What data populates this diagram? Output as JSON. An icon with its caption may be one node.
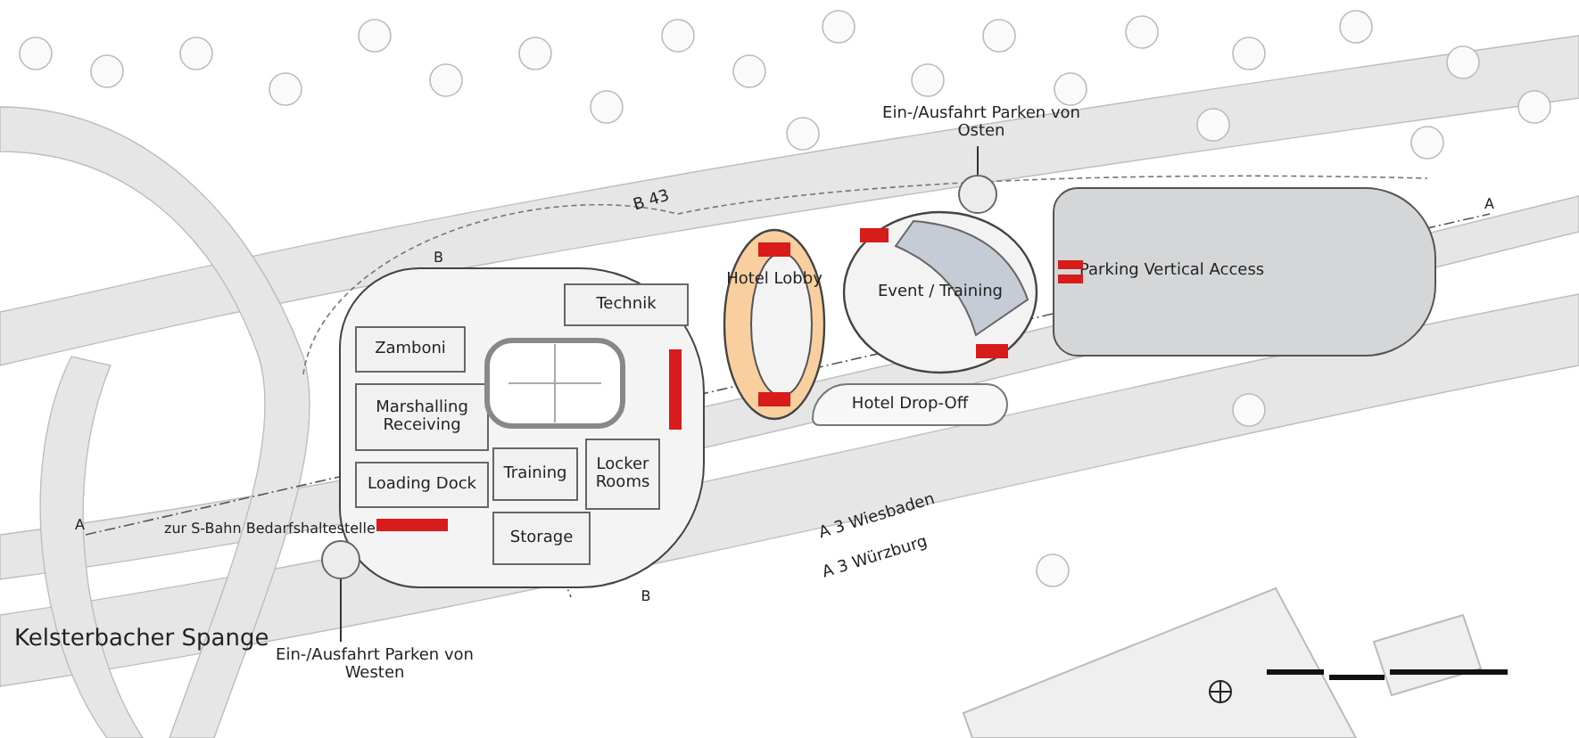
{
  "diagram": {
    "nodes": [
      {
        "text": [],
        "shape": "box"
      },
      {
        "text": [
          "Technik"
        ],
        "in": 0
      },
      {
        "text": [
          "Zamboni"
        ],
        "in": 0
      },
      {
        "text": [
          "Marshalling Receiving"
        ],
        "in": 0
      },
      {
        "text": [
          "Loading Dock"
        ],
        "in": 0
      },
      {
        "text": [
          "Training"
        ],
        "in": 0
      },
      {
        "text": [
          "Locker Rooms"
        ],
        "in": 0
      },
      {
        "text": [
          "Storage"
        ],
        "in": 0
      },
      {
        "text": [
          "Hotel Lobby"
        ]
      },
      {
        "text": [
          "Event / Training"
        ]
      },
      {
        "text": [
          "Hotel Drop-Off"
        ]
      },
      {
        "text": [
          "Parking Vertical Access"
        ]
      },
      {
        "text": [
          "Ein-/Ausfahrt Parken von Westen"
        ]
      },
      {
        "text": [],
        "shape": "circle"
      },
      {
        "text": [
          "Ein-/Ausfahrt Parken von Osten"
        ]
      },
      {
        "text": [],
        "shape": "circle"
      }
    ],
    "edges": [
      {
        "from": 12,
        "to": 13,
        "arrow": "none"
      },
      {
        "from": 14,
        "to": 15,
        "arrow": "none"
      }
    ],
    "labels": [
      "B 43",
      "B",
      "zur S-Bahn Bedarfshaltestelle",
      "B",
      "A 3 Wiesbaden",
      "A 3 Würzburg",
      "Kelsterbacher Spange",
      "A",
      "A"
    ]
  }
}
